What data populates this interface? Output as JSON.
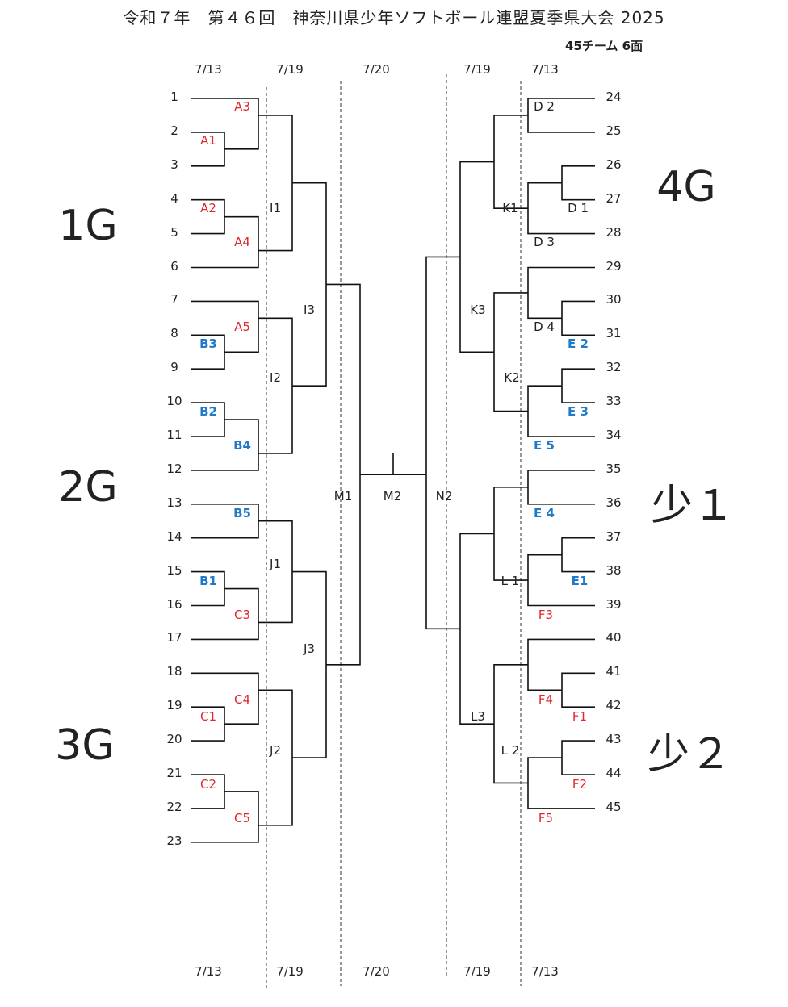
{
  "title": "令和７年　第４６回　神奈川県少年ソフトボール連盟夏季県大会 2025",
  "subtitle": "45チーム 6面",
  "dates": {
    "left_round1": "7/13",
    "left_round2": "7/19",
    "center": "7/20",
    "right_round2": "7/19",
    "right_round1": "7/13"
  },
  "groups": {
    "g1": "1G",
    "g2": "2G",
    "g3": "3G",
    "g4": "4G",
    "sho1": "少１",
    "sho2": "少２"
  },
  "left_teams": [
    "1",
    "2",
    "3",
    "4",
    "5",
    "6",
    "7",
    "8",
    "9",
    "10",
    "11",
    "12",
    "13",
    "14",
    "15",
    "16",
    "17",
    "18",
    "19",
    "20",
    "21",
    "22",
    "23"
  ],
  "right_teams": [
    "24",
    "25",
    "26",
    "27",
    "28",
    "29",
    "30",
    "31",
    "32",
    "33",
    "34",
    "35",
    "36",
    "37",
    "38",
    "39",
    "40",
    "41",
    "42",
    "43",
    "44",
    "45"
  ],
  "matches": {
    "A1": "A1",
    "A2": "A2",
    "A3": "A3",
    "A4": "A4",
    "A5": "A5",
    "B1": "B1",
    "B2": "B2",
    "B3": "B3",
    "B4": "B4",
    "B5": "B5",
    "C1": "C1",
    "C2": "C2",
    "C3": "C3",
    "C4": "C4",
    "C5": "C5",
    "D1": "D 1",
    "D2": "D 2",
    "D3": "D 3",
    "D4": "D 4",
    "E1": "E1",
    "E2": "E 2",
    "E3": "E 3",
    "E4": "E 4",
    "E5": "E 5",
    "F1": "F1",
    "F2": "F2",
    "F3": "F3",
    "F4": "F4",
    "F5": "F5",
    "I1": "I1",
    "I2": "I2",
    "I3": "I3",
    "J1": "J1",
    "J2": "J2",
    "J3": "J3",
    "K1": "K1",
    "K2": "K2",
    "K3": "K3",
    "L1": "L 1",
    "L2": "L 2",
    "L3": "L3",
    "M1": "M1",
    "M2": "M2",
    "N2": "N2"
  },
  "colors": {
    "red": "#e0262e",
    "blue": "#1f7ac8"
  }
}
